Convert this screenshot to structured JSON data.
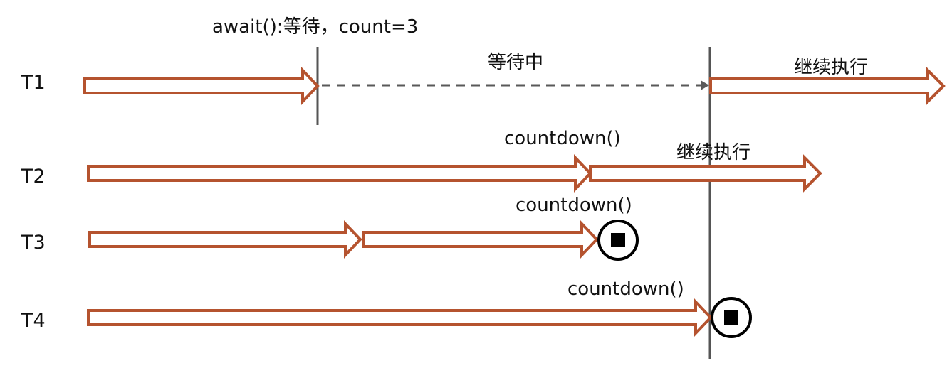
{
  "threads": {
    "t1": "T1",
    "t2": "T2",
    "t3": "T3",
    "t4": "T4"
  },
  "labels": {
    "await_call": "await():等待，count=3",
    "waiting": "等待中",
    "continue_t1": "继续执行",
    "continue_t2": "继续执行",
    "countdown_t2": "countdown()",
    "countdown_t3": "countdown()",
    "countdown_t4": "countdown()"
  },
  "colors": {
    "arrow_stroke": "#b5532f",
    "arrow_fill": "#ffffff",
    "barrier_line": "#555555",
    "dashed_wait_line": "#595959",
    "terminate_symbol": "#000000",
    "text": "#111111"
  },
  "icons": {
    "thread_end": "stop-circle-icon"
  }
}
